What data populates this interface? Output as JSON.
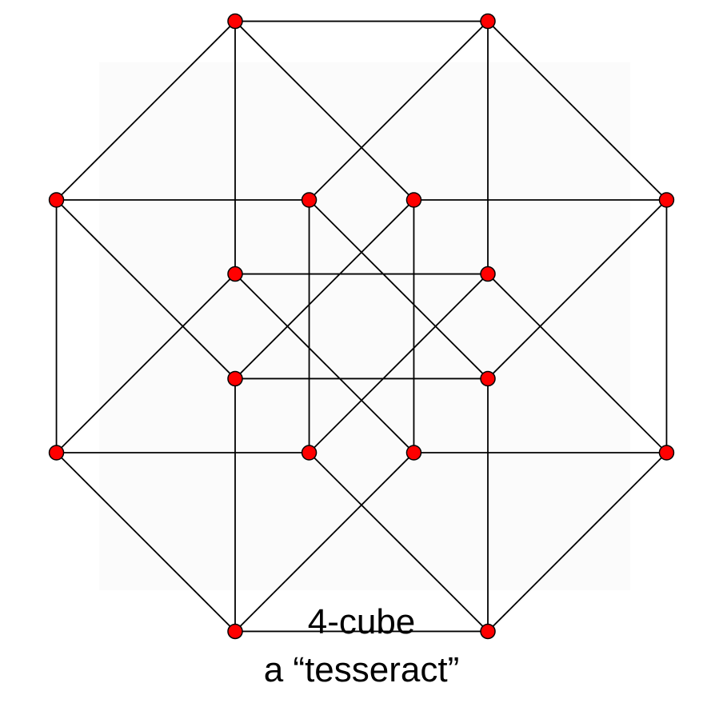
{
  "caption": {
    "line1": "4-cube",
    "line2": "a “tesseract”"
  },
  "diagram": {
    "type": "hypercube-graph",
    "dimension": 4,
    "vertex_count": 16,
    "edge_count": 32,
    "colors": {
      "vertex_fill": "#ff0000",
      "vertex_stroke": "#000000",
      "edge_stroke": "#000000"
    }
  }
}
